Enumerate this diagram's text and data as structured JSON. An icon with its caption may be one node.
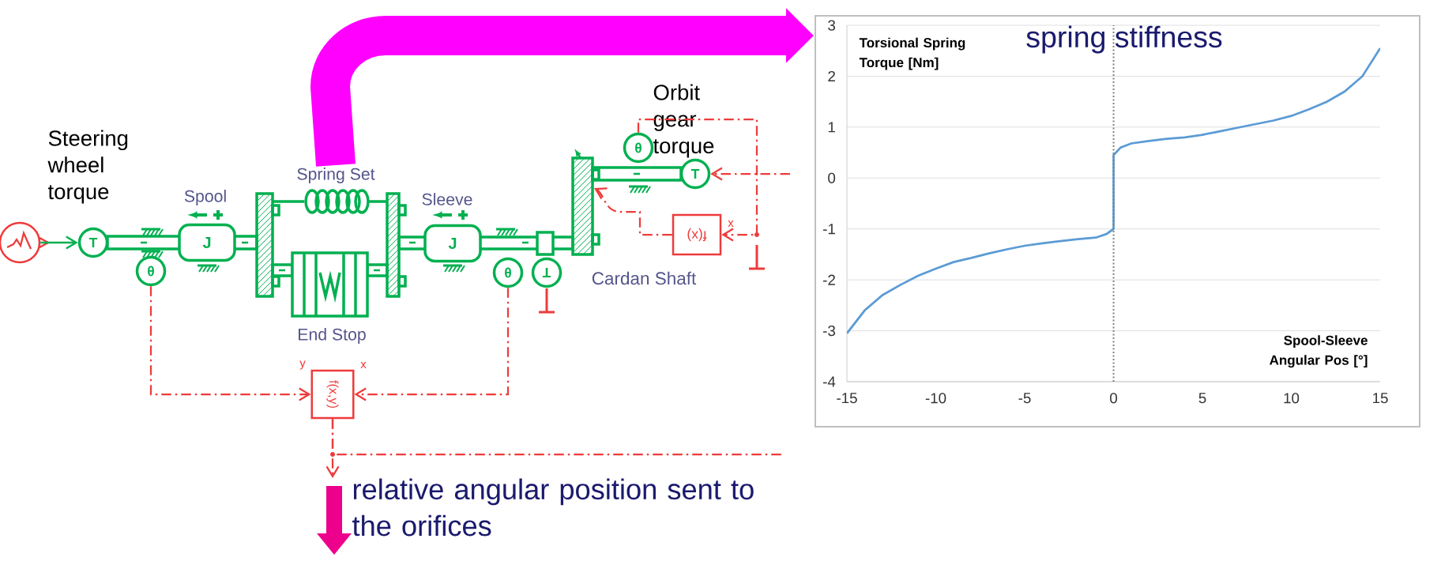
{
  "diagram": {
    "nodes": [
      {
        "text": [],
        "shape": "circle"
      },
      {
        "text": [
          "T"
        ]
      },
      {
        "text": [
          "θ"
        ]
      },
      {
        "text": [
          "J"
        ],
        "beside": [
          "Spool"
        ]
      },
      {
        "text": [
          "Spring Set"
        ]
      },
      {
        "text": [
          "J"
        ],
        "beside": [
          "Sleeve"
        ]
      },
      {
        "text": [
          "θ"
        ]
      },
      {
        "text": [
          "T"
        ]
      },
      {
        "text": [
          "θ"
        ]
      },
      {
        "text": [
          "T"
        ]
      },
      {
        "text": [
          "f(x)"
        ],
        "beside": [
          "x"
        ]
      },
      {
        "text": [
          "f(x,y)"
        ],
        "beside": [
          "y",
          "x"
        ]
      },
      {
        "text": [
          "relative angular position sent to the orifices"
        ]
      }
    ],
    "edges": [
      {
        "from": 0,
        "to": 1,
        "arrow": "to",
        "color": "#00b050"
      },
      {
        "from": 2,
        "to": 11,
        "arrow": "to",
        "style": "dashed"
      },
      {
        "from": 6,
        "to": 11,
        "arrow": "to",
        "style": "dashed"
      },
      {
        "from": 8,
        "to": 10,
        "arrow": "to",
        "style": "dashed"
      },
      {
        "from": null,
        "to": 9,
        "arrow": "to",
        "style": "dashed"
      },
      {
        "from": 10,
        "to": null,
        "arrow": "to",
        "style": "dashed"
      },
      {
        "from": 11,
        "to": 12,
        "arrow": "to",
        "style": "dashed"
      },
      {
        "from": 11,
        "to": null,
        "arrow": "none",
        "style": "dashed"
      },
      {
        "from": 4,
        "to": null,
        "arrow": "to",
        "style": "thick",
        "color": "#ff00ff"
      }
    ],
    "labels": [
      "Steering wheel torque",
      "End Stop",
      "Orbit gear torque",
      "Cardan Shaft"
    ],
    "chart_data": {
      "type": "line",
      "title": "spring stiffness",
      "xlabel": "Spool-Sleeve Angular Pos [°]",
      "ylabel": "Torsional Spring Torque [Nm]",
      "x": [
        -15,
        -14,
        -13,
        -12,
        -11,
        -10,
        -9,
        -8,
        -7,
        -6,
        -5,
        -4,
        -3,
        -2,
        -1,
        -0.4,
        0,
        0,
        0.4,
        1,
        2,
        3,
        4,
        5,
        6,
        7,
        8,
        9,
        10,
        11,
        12,
        13,
        14,
        15
      ],
      "series": [
        {
          "name": null,
          "color": "#5b9bd5",
          "values": [
            -3.05,
            -2.6,
            -2.3,
            -2.1,
            -1.92,
            -1.78,
            -1.65,
            -1.57,
            -1.48,
            -1.4,
            -1.33,
            -1.28,
            -1.24,
            -1.2,
            -1.17,
            -1.1,
            -1.0,
            0.45,
            0.6,
            0.68,
            0.73,
            0.77,
            0.8,
            0.85,
            0.92,
            0.99,
            1.06,
            1.13,
            1.22,
            1.35,
            1.5,
            1.7,
            2.0,
            2.55
          ]
        }
      ],
      "grid": true,
      "ref_lines": [
        {
          "axis": "x",
          "value": 0
        }
      ],
      "xlim": [
        -15,
        15
      ],
      "ylim": [
        -4,
        3
      ],
      "xticks": [
        -15,
        -10,
        -5,
        0,
        5,
        10,
        15
      ],
      "yticks": [
        -4,
        -3,
        -2,
        -1,
        0,
        1,
        2,
        3
      ]
    }
  }
}
